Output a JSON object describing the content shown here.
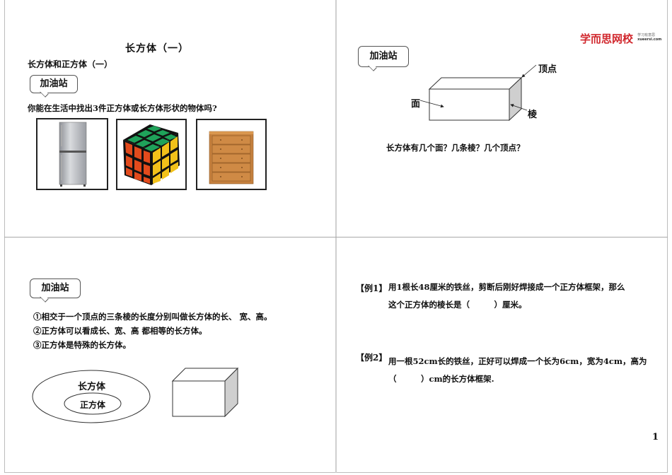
{
  "slides": {
    "top_left": {
      "title": "长方体（一）",
      "subtitle": "长方体和正方体（一）",
      "bubble": "加油站",
      "question": "你能在生活中找出3件正方体或长方体形状的物体吗?",
      "images": [
        "refrigerator",
        "rubiks-cube",
        "chest-of-drawers"
      ]
    },
    "top_right": {
      "logo": {
        "main": "学而思网校",
        "tagline": "学习有意思",
        "url": "xueersi.com",
        "color": "#d1282e"
      },
      "bubble": "加油站",
      "diagram_labels": {
        "vertex": "顶点",
        "face": "面",
        "edge": "棱"
      },
      "question": "长方体有几个面？几条棱？几个顶点？"
    },
    "bottom_left": {
      "bubble": "加油站",
      "points": [
        "①相交于一个顶点的三条棱的长度分别叫做长方体的长、 宽、高。",
        "②正方体可以看成长、宽、高 都相等的长方体。",
        "③正方体是特殊的长方体。"
      ],
      "venn": {
        "outer": "长方体",
        "inner": "正方体"
      }
    },
    "bottom_right": {
      "examples": [
        {
          "tag": "【例1】",
          "line1": "用1根长48厘米的铁丝，剪断后刚好焊接成一个正方体框架，那么",
          "line2": "这个正方体的棱长是（　　　）厘米。"
        },
        {
          "tag": "【例2】",
          "line1": "用一根52cm长的铁丝，正好可以焊成一个长为6cm，宽为4cm，高为",
          "line2": "（　　　）cm的长方体框架."
        }
      ],
      "page_number": "1"
    }
  }
}
